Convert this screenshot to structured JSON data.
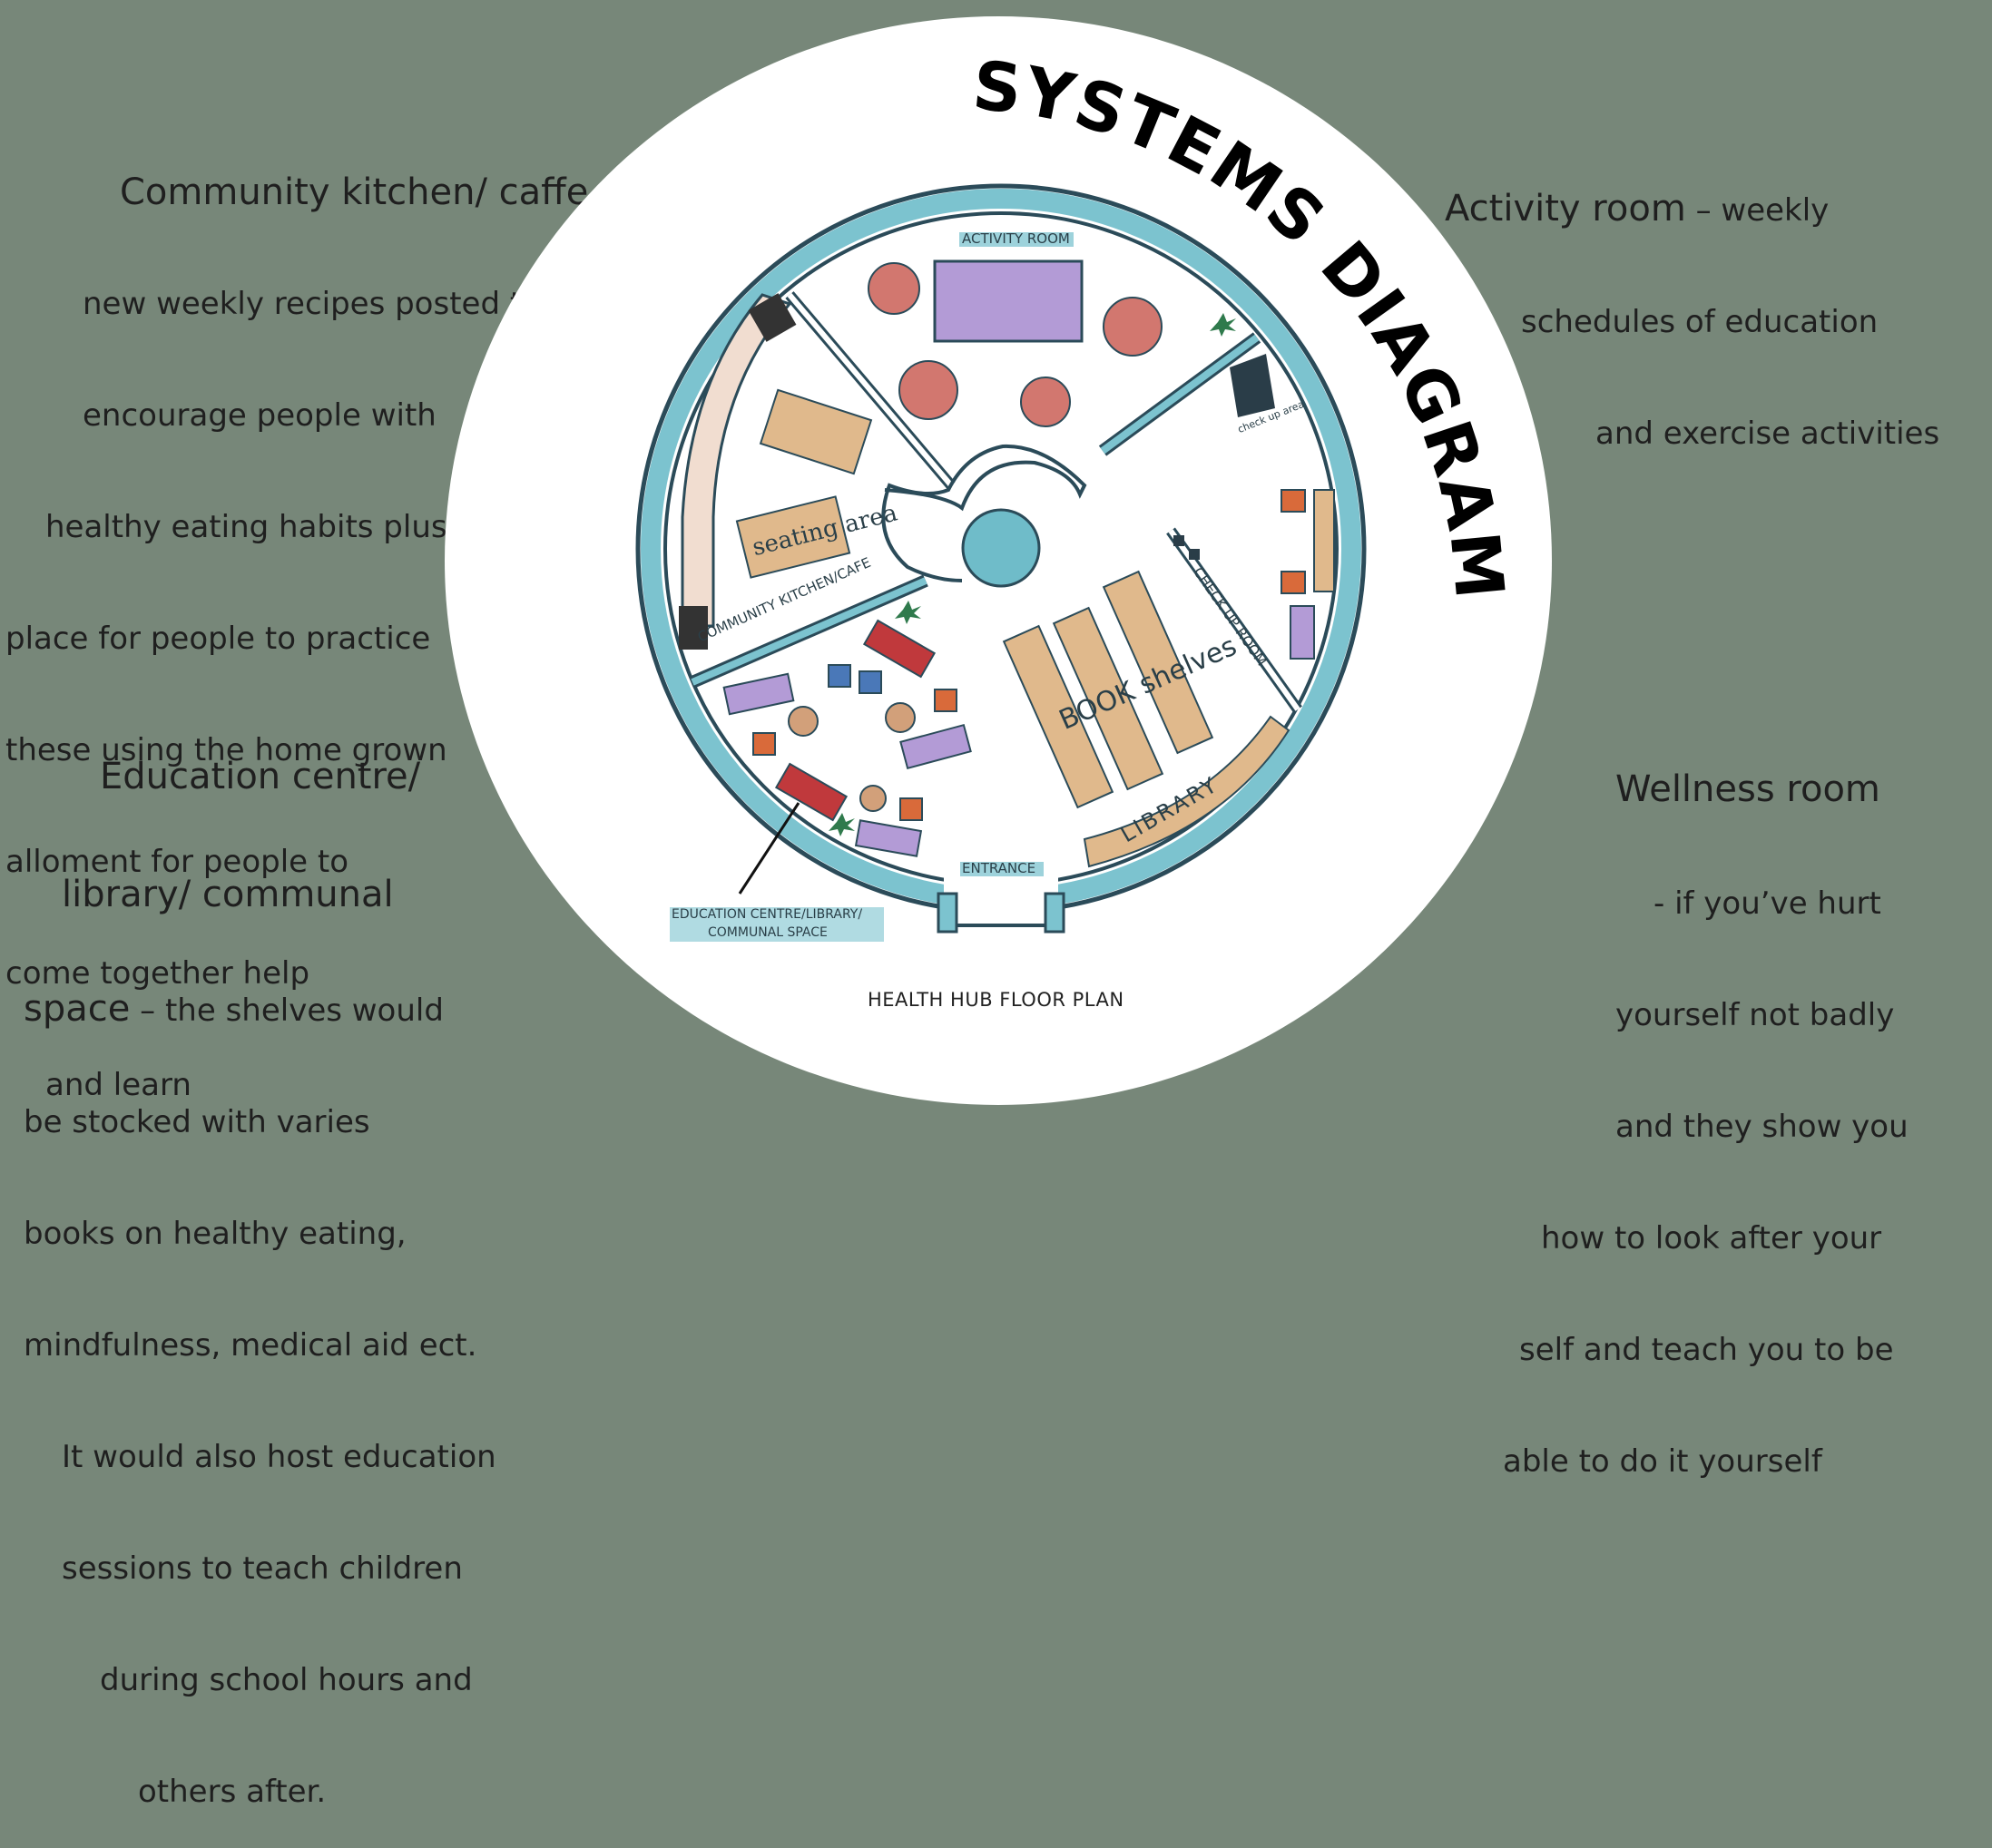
{
  "title": "SYSTEMS DIAGRAM",
  "notes": {
    "kitchen": {
      "heading": "Community kitchen/ caffe –",
      "lines": [
        "new weekly recipes posted to",
        "encourage people with",
        "healthy eating habits plus a",
        "place for people to practice",
        "these using the home grown",
        "alloment for people to",
        "come together help",
        "and learn"
      ]
    },
    "activity": {
      "heading": "Activity room",
      "line1_rest": " – weekly",
      "lines": [
        "schedules of education",
        "and exercise activities"
      ]
    },
    "education": {
      "lines_head": [
        "Education centre/",
        "library/ communal"
      ],
      "space_word": "space",
      "space_rest": " – the shelves would",
      "lines": [
        "be stocked with varies",
        "books on healthy eating,",
        "mindfulness, medical aid ect.",
        "It would also host education",
        "sessions to teach children",
        "during school hours and",
        "others after."
      ]
    },
    "wellness": {
      "heading": "Wellness room",
      "lines": [
        "- if you’ve hurt",
        "yourself not badly",
        "and they show you",
        "how to look after your",
        "self and teach you to be",
        "able to do it yourself"
      ]
    }
  },
  "plan": {
    "caption": "HEALTH HUB FLOOR PLAN",
    "labels": {
      "activity_room": "ACTIVITY ROOM",
      "kitchen": "COMMUNITY KITCHEN/CAFE",
      "check_up_room": "CHECK UP ROOM",
      "check_up_area": "check up area",
      "seating_area": "seating area",
      "entrance": "ENTRANCE",
      "library": "LIBRARY",
      "book_shelves": "BOOK shelves",
      "education_line1": "EDUCATION CENTRE/LIBRARY/",
      "education_line2": "COMMUNAL SPACE"
    }
  },
  "colors": {
    "background": "#778779",
    "wall": "#7cc3cf",
    "table": "#d2776f",
    "shelf": "#e0b98c",
    "purple": "#b39bd6",
    "red": "#c0393c"
  }
}
